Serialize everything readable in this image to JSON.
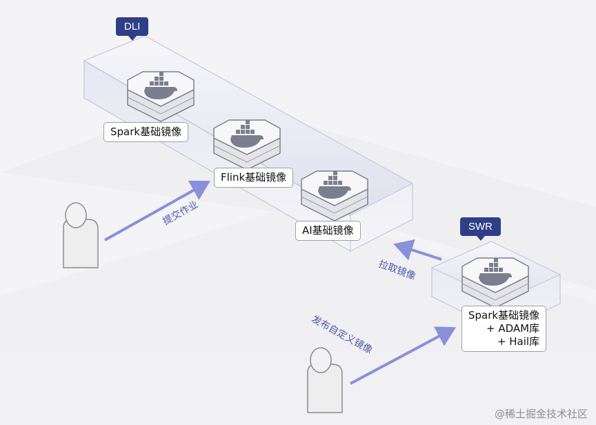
{
  "tags": {
    "dli": "DLI",
    "swr": "SWR"
  },
  "images": {
    "spark": "Spark基础镜像",
    "flink": "Flink基础镜像",
    "ai": "AI基础镜像",
    "swr_lines": [
      "Spark基础镜像",
      "+ ADAM库",
      "+ Hail库"
    ]
  },
  "arrows": {
    "submit_job": "提交作业",
    "pull_image": "拉取镜像",
    "publish_custom": "发布自定义镜像"
  },
  "watermark": "@稀土掘金技术社区",
  "colors": {
    "tag_bg": "#2e3f87",
    "arrow": "#8790d9",
    "arrow_text": "#4a58a8"
  }
}
